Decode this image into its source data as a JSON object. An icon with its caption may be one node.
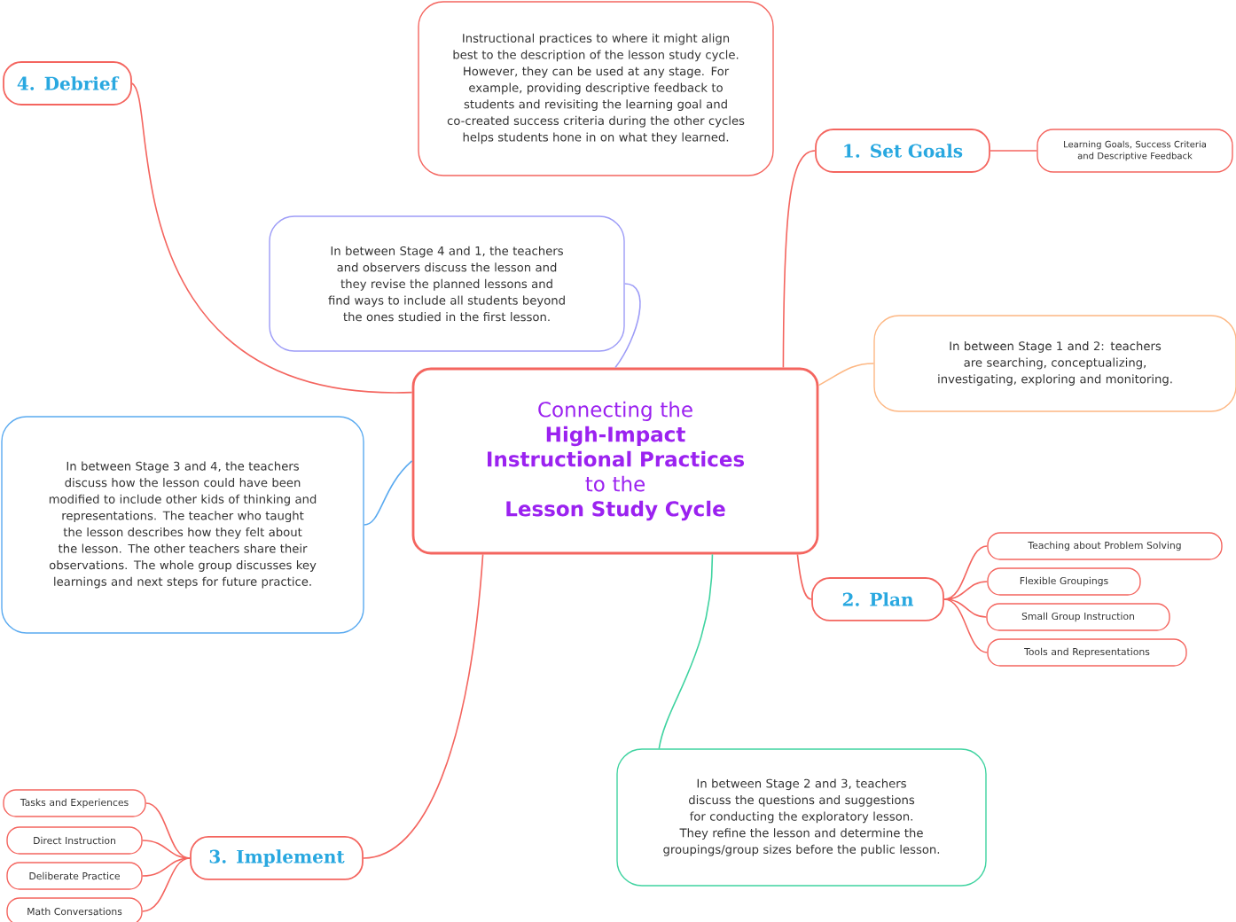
{
  "diagram": {
    "nodes": [
      {
        "text": [
          "Connecting the",
          "High-Impact Instructional Practices",
          "to the",
          "Lesson Study Cycle"
        ]
      },
      {
        "text": [
          "1. Set Goals"
        ]
      },
      {
        "text": [
          "Learning Goals, Success Criteria and Descriptive Feedback"
        ]
      },
      {
        "text": [
          "Instructional practices to where it might align best to the description of the lesson study cycle. However, they can be used at any stage. For example, providing descriptive feedback to students and revisiting the learning goal and co-created success criteria during the other cycles helps students hone in on what they learned."
        ]
      },
      {
        "text": [
          "In between Stage 4 and 1, the teachers and observers discuss the lesson and they revise the planned lessons and find ways to include all students beyond the ones studied in the first lesson."
        ]
      },
      {
        "text": [
          "In between Stage 1 and 2: teachers are searching, conceptualizing, investigating, exploring and monitoring."
        ]
      },
      {
        "text": [
          "2. Plan"
        ]
      },
      {
        "text": [
          "Teaching about Problem Solving"
        ]
      },
      {
        "text": [
          "Flexible Groupings"
        ]
      },
      {
        "text": [
          "Small Group Instruction"
        ]
      },
      {
        "text": [
          "Tools and Representations"
        ]
      },
      {
        "text": [
          "4. Debrief"
        ]
      },
      {
        "text": [
          "In between Stage 3 and 4, the teachers discuss how the lesson could have been modified to include other kids of thinking and representations. The teacher who taught the lesson describes how they felt about the lesson. The other teachers share their observations. The whole group discusses key learnings and next steps for future practice."
        ]
      },
      {
        "text": [
          "3. Implement"
        ]
      },
      {
        "text": [
          "Tasks and Experiences"
        ]
      },
      {
        "text": [
          "Direct Instruction"
        ]
      },
      {
        "text": [
          "Deliberate Practice"
        ]
      },
      {
        "text": [
          "Math Conversations"
        ]
      },
      {
        "text": [
          "In between Stage 2 and 3, teachers discuss the questions and suggestions for conducting the exploratory lesson. They refine the lesson and determine the groupings/group sizes before the public lesson."
        ]
      }
    ],
    "edges": [
      {
        "from": 0,
        "to": 1,
        "arrow": "none"
      },
      {
        "from": 1,
        "to": 2,
        "arrow": "none"
      },
      {
        "from": 0,
        "to": 4,
        "arrow": "none",
        "color": "#9d9cf7"
      },
      {
        "from": 0,
        "to": 5,
        "arrow": "none",
        "color": "#fdb783"
      },
      {
        "from": 0,
        "to": 6,
        "arrow": "none"
      },
      {
        "from": 6,
        "to": 7,
        "arrow": "none"
      },
      {
        "from": 6,
        "to": 8,
        "arrow": "none"
      },
      {
        "from": 6,
        "to": 9,
        "arrow": "none"
      },
      {
        "from": 6,
        "to": 10,
        "arrow": "none"
      },
      {
        "from": 0,
        "to": 11,
        "arrow": "none"
      },
      {
        "from": 0,
        "to": 12,
        "arrow": "none",
        "color": "#5aaaf0"
      },
      {
        "from": 0,
        "to": 13,
        "arrow": "none"
      },
      {
        "from": 13,
        "to": 14,
        "arrow": "none"
      },
      {
        "from": 13,
        "to": 15,
        "arrow": "none"
      },
      {
        "from": 13,
        "to": 16,
        "arrow": "none"
      },
      {
        "from": 13,
        "to": 17,
        "arrow": "none"
      },
      {
        "from": 0,
        "to": 18,
        "arrow": "none",
        "color": "#3fd3a0"
      }
    ]
  }
}
